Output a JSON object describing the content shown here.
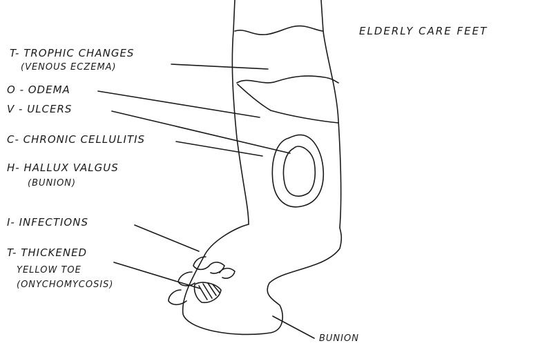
{
  "title": "ELDERLY CARE FEET",
  "labels": {
    "tropic_line1": "T- TROPHIC CHANGES",
    "tropic_line2": "(VENOUS ECZEMA)",
    "odema": "O - ODEMA",
    "ulcers": "V - ULCERS",
    "cellulitis": "C- CHRONIC CELLULITIS",
    "hallux_line1": "H- HALLUX VALGUS",
    "hallux_line2": "(BUNION)",
    "infections": "I- INFECTIONS",
    "thickened_line1": "T- THICKENED",
    "thickened_line2": "YELLOW TOE",
    "thickened_line3": "(ONYCHOMYCOSIS)",
    "bunion": "BUNION"
  },
  "colors": {
    "ink": "#1a1a1a",
    "paper": "#ffffff"
  }
}
